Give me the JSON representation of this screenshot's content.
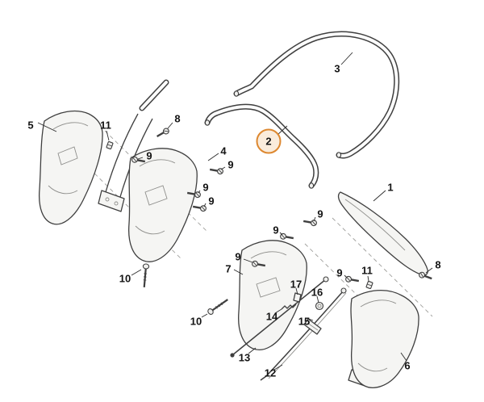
{
  "colors": {
    "highlight_circle": "#DD8830",
    "line_art": "#3f3f3f"
  },
  "callouts": [
    {
      "label": "5"
    },
    {
      "label": "11"
    },
    {
      "label": "8"
    },
    {
      "label": "9"
    },
    {
      "label": "4"
    },
    {
      "label": "9"
    },
    {
      "label": "9"
    },
    {
      "label": "9"
    },
    {
      "label": "3"
    },
    {
      "label": "2",
      "highlighted": true
    },
    {
      "label": "1"
    },
    {
      "label": "9"
    },
    {
      "label": "9"
    },
    {
      "label": "9"
    },
    {
      "label": "7"
    },
    {
      "label": "9"
    },
    {
      "label": "11"
    },
    {
      "label": "8"
    },
    {
      "label": "10"
    },
    {
      "label": "10"
    },
    {
      "label": "17"
    },
    {
      "label": "16"
    },
    {
      "label": "14"
    },
    {
      "label": "15"
    },
    {
      "label": "13"
    },
    {
      "label": "12"
    },
    {
      "label": "6"
    }
  ]
}
